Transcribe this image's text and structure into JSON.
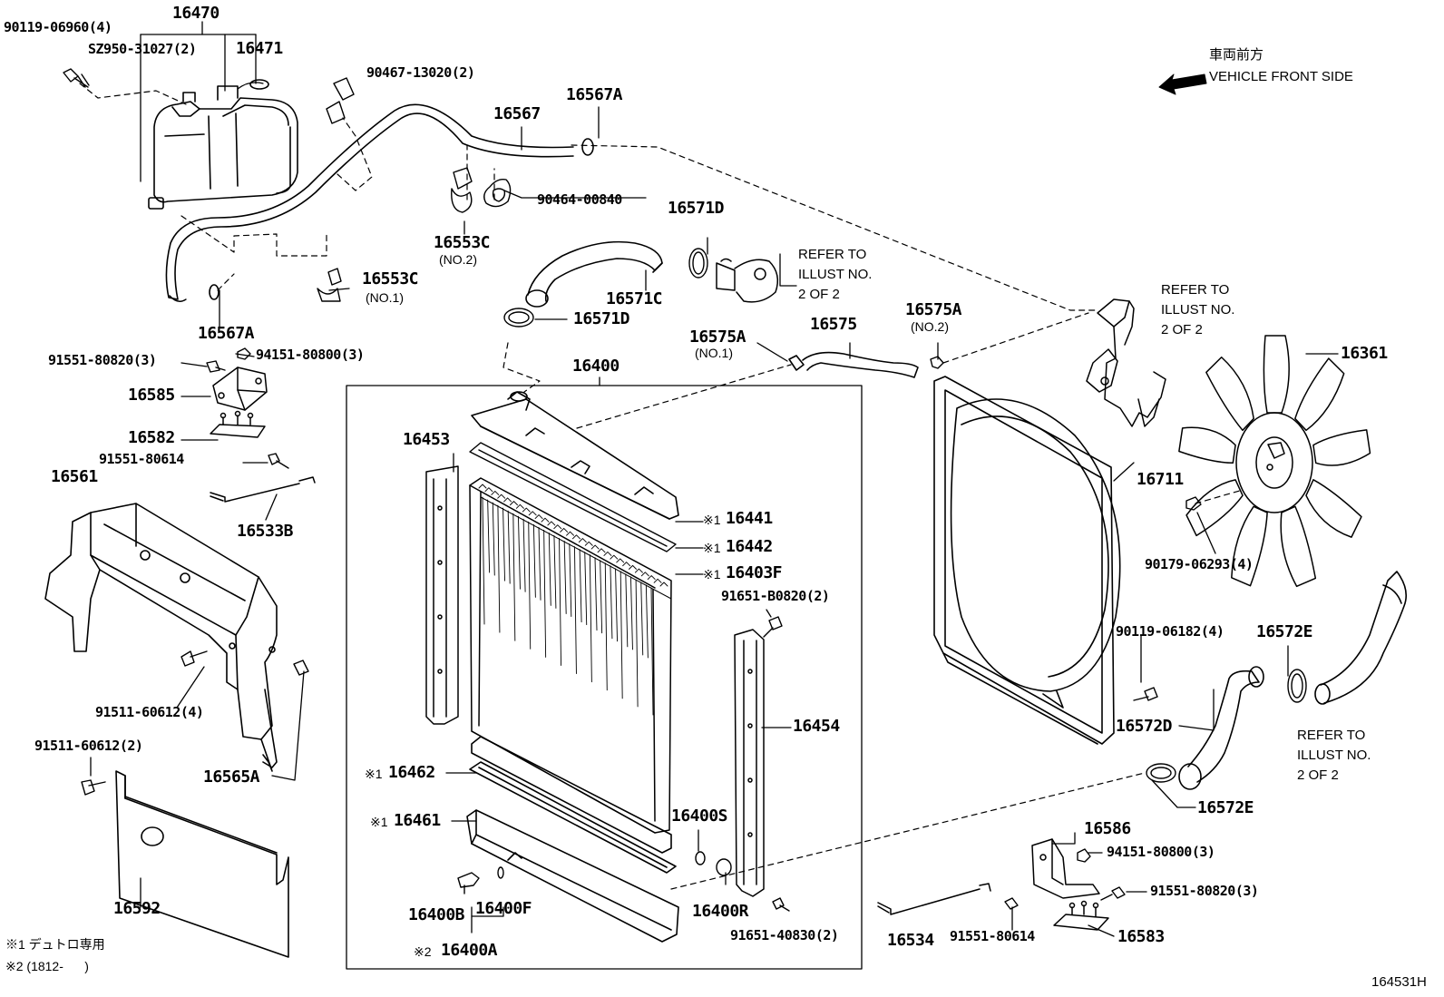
{
  "diagram": {
    "direction": {
      "jp": "車両前方",
      "en": "VEHICLE FRONT SIDE"
    },
    "refer_note": "REFER TO\nILLUST NO.\n2 OF 2",
    "illustration_id": "164531H",
    "footnotes": {
      "f1": "※1 デュトロ専用",
      "f2": "※2 (1812-      )"
    },
    "parts": {
      "p16470": "16470",
      "p90119_06960": "90119-06960(4)",
      "pSZ950": "SZ950-31027(2)",
      "p16471": "16471",
      "p90467": "90467-13020(2)",
      "p16567": "16567",
      "p16567A_top": "16567A",
      "p90464": "90464-00840",
      "p16553C_2": "16553C",
      "no2": "(NO.2)",
      "p16553C_1": "16553C",
      "no1": "(NO.1)",
      "p16567A_bot": "16567A",
      "p16571D_top": "16571D",
      "p16571C": "16571C",
      "p16571D_bot": "16571D",
      "p91551_80820_l": "91551-80820(3)",
      "p94151_80800_l": "94151-80800(3)",
      "p16585": "16585",
      "p16582": "16582",
      "p91551_80614_l": "91551-80614",
      "p16533B": "16533B",
      "p16561": "16561",
      "p91511_60612_4": "91511-60612(4)",
      "p91511_60612_2": "91511-60612(2)",
      "p16565A": "16565A",
      "p16592": "16592",
      "p16400": "16400",
      "p16453": "16453",
      "p16441": "16441",
      "p16442": "16442",
      "p16403F": "16403F",
      "p91651_B0820": "91651-B0820(2)",
      "p16454": "16454",
      "p16462": "16462",
      "p16461": "16461",
      "p16400S": "16400S",
      "p16400R": "16400R",
      "p16400B": "16400B",
      "p16400F": "16400F",
      "p16400A": "16400A",
      "p91651_40830": "91651-40830(2)",
      "p16575A_1": "16575A",
      "p16575": "16575",
      "p16575A_2": "16575A",
      "p16711": "16711",
      "p16361": "16361",
      "p90179": "90179-06293(4)",
      "p90119_06182": "90119-06182(4)",
      "p16572E_top": "16572E",
      "p16572D": "16572D",
      "p16572E_bot": "16572E",
      "p16586": "16586",
      "p94151_80800_r": "94151-80800(3)",
      "p91551_80820_r": "91551-80820(3)",
      "p16534": "16534",
      "p91551_80614_r": "91551-80614",
      "p16583": "16583",
      "m1": "※1",
      "m2": "※2"
    }
  }
}
